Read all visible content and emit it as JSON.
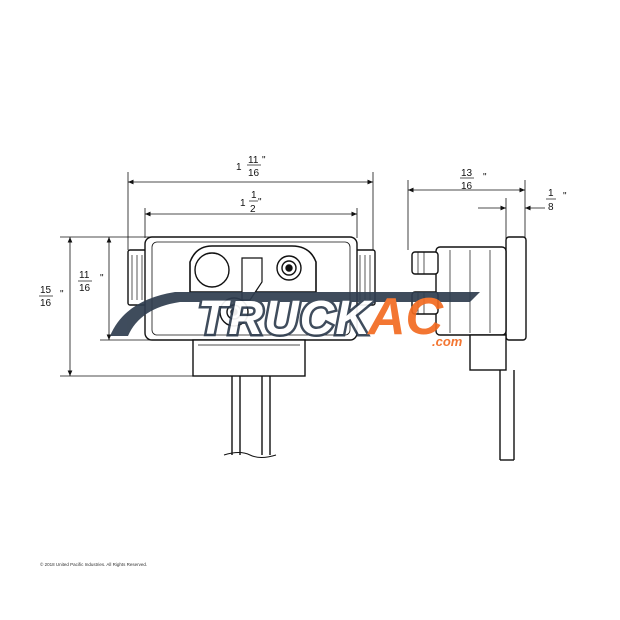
{
  "dimensions": {
    "overall_width": {
      "whole": "1",
      "num": "11",
      "den": "16",
      "unit": "\""
    },
    "inner_width": {
      "whole": "1",
      "num": "1",
      "den": "2",
      "unit": "\""
    },
    "overall_height": {
      "num": "15",
      "den": "16",
      "unit": "\""
    },
    "inner_height": {
      "num": "11",
      "den": "16",
      "unit": "\""
    },
    "side_depth": {
      "num": "13",
      "den": "16",
      "unit": "\""
    },
    "side_flange": {
      "num": "1",
      "den": "8",
      "unit": "\""
    }
  },
  "watermark": {
    "text": "TRUCK AC",
    "suffix": ".com",
    "colors": {
      "primary": "#2f3d4f",
      "accent": "#f26b21"
    }
  },
  "copyright": "© 2018 United Pacific Industries. All Rights Reserved."
}
